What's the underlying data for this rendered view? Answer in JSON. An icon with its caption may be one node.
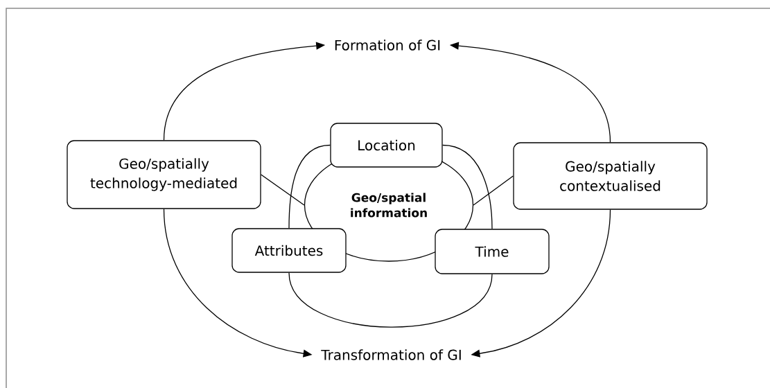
{
  "diagram": {
    "nodes": [
      {
        "text": [
          "Formation of GI"
        ]
      },
      {
        "text": [
          "Geo/spatially technology-mediated"
        ]
      },
      {
        "text": [
          "Location"
        ]
      },
      {
        "text": [
          "Geo/spatially contextualised"
        ]
      },
      {
        "text": [
          "Geo/spatial information"
        ]
      },
      {
        "text": [
          "Attributes"
        ]
      },
      {
        "text": [
          "Time"
        ]
      },
      {
        "text": [
          "Transformation of GI"
        ]
      }
    ],
    "edges": [
      {
        "from": 1,
        "to": 0,
        "arrow": "to"
      },
      {
        "from": 3,
        "to": 0,
        "arrow": "to"
      },
      {
        "from": 1,
        "to": 7,
        "arrow": "to"
      },
      {
        "from": 3,
        "to": 7,
        "arrow": "to"
      },
      {
        "from": 1,
        "to": 4,
        "arrow": "none"
      },
      {
        "from": 3,
        "to": 4,
        "arrow": "none"
      },
      {
        "from": 2,
        "to": 5,
        "arrow": "none"
      },
      {
        "from": 2,
        "to": 6,
        "arrow": "none"
      },
      {
        "from": 5,
        "to": 6,
        "arrow": "none"
      }
    ]
  }
}
